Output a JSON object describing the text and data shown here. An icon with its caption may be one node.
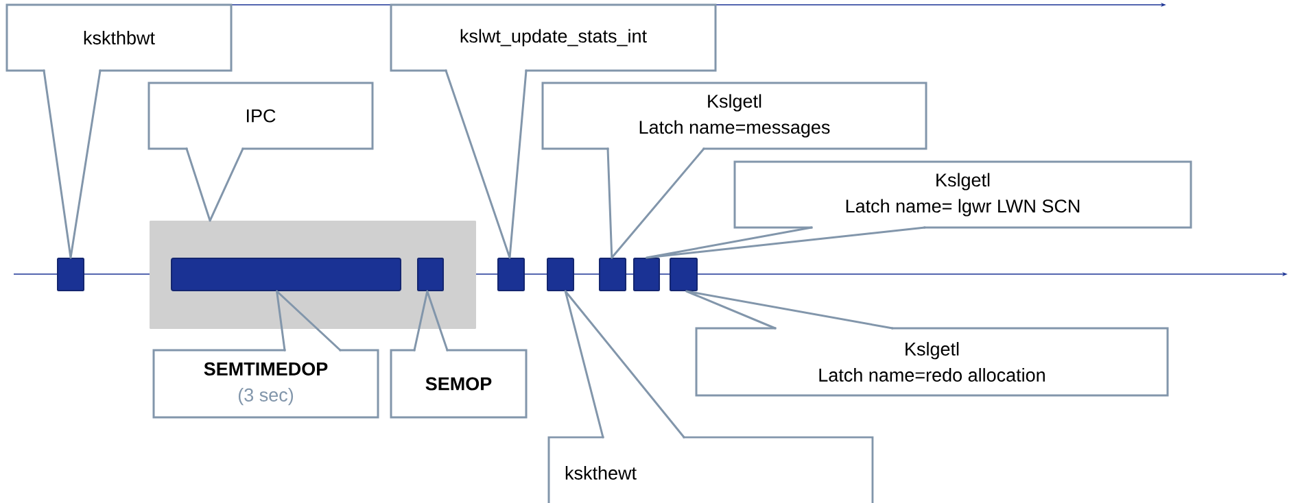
{
  "diagram": {
    "nodes": [
      {
        "text": [
          "kskthbwt"
        ]
      },
      {
        "text": [
          "kslwt_update_stats_int"
        ]
      },
      {
        "text": [
          "IPC"
        ]
      },
      {
        "text": [
          "Kslgetl",
          "Latch name=messages"
        ]
      },
      {
        "text": [
          "Kslgetl",
          "Latch name=  lgwr LWN SCN"
        ]
      },
      {
        "text": [],
        "shape": "box"
      },
      {
        "text": [],
        "shape": "box"
      },
      {
        "text": [],
        "shape": "bar",
        "in": 5
      },
      {
        "text": [],
        "shape": "box",
        "in": 5
      },
      {
        "text": [],
        "shape": "box"
      },
      {
        "text": [],
        "shape": "box"
      },
      {
        "text": [],
        "shape": "box"
      },
      {
        "text": [],
        "shape": "box"
      },
      {
        "text": [],
        "shape": "box"
      },
      {
        "text": [
          "SEMTIMEDOP",
          "(3 sec)"
        ]
      },
      {
        "text": [
          "SEMOP"
        ]
      },
      {
        "text": [
          "Kslgetl",
          "Latch name=redo allocation"
        ]
      },
      {
        "text": [
          "kskthewt"
        ]
      }
    ],
    "edges": [
      {
        "from": 0,
        "to": 6,
        "arrow": "none"
      },
      {
        "from": 1,
        "to": 9,
        "arrow": "none"
      },
      {
        "from": 2,
        "to": 5,
        "arrow": "none"
      },
      {
        "from": 3,
        "to": 11,
        "arrow": "none"
      },
      {
        "from": 4,
        "to": 12,
        "arrow": "none"
      },
      {
        "from": 14,
        "to": 7,
        "arrow": "none"
      },
      {
        "from": 15,
        "to": 8,
        "arrow": "none"
      },
      {
        "from": 16,
        "to": 13,
        "arrow": "none"
      },
      {
        "from": 17,
        "to": 10,
        "arrow": "none"
      }
    ]
  }
}
